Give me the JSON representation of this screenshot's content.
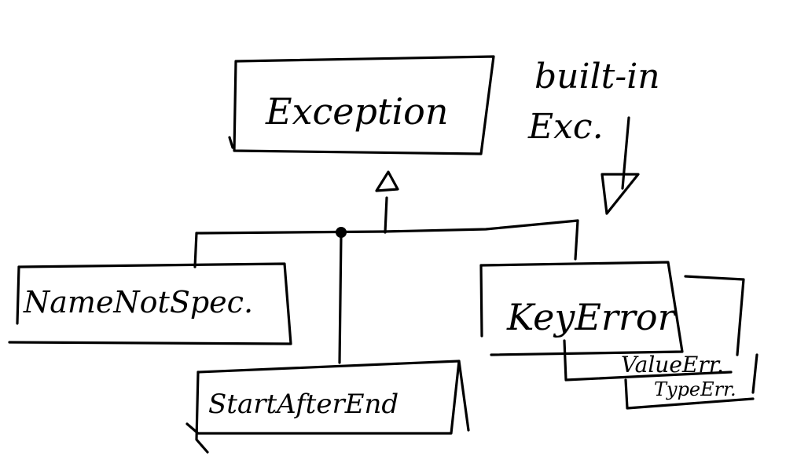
{
  "diagram": {
    "ink_color": "#000000",
    "background": "#ffffff",
    "base_class": {
      "label": "Exception"
    },
    "annotation": {
      "line1": "built-in",
      "line2": "Exc."
    },
    "subclasses": [
      {
        "label": "NameNotSpec."
      },
      {
        "label": "StartAfterEnd"
      },
      {
        "label": "KeyError"
      },
      {
        "label": "ValueErr."
      },
      {
        "label": "TypeErr."
      }
    ]
  }
}
